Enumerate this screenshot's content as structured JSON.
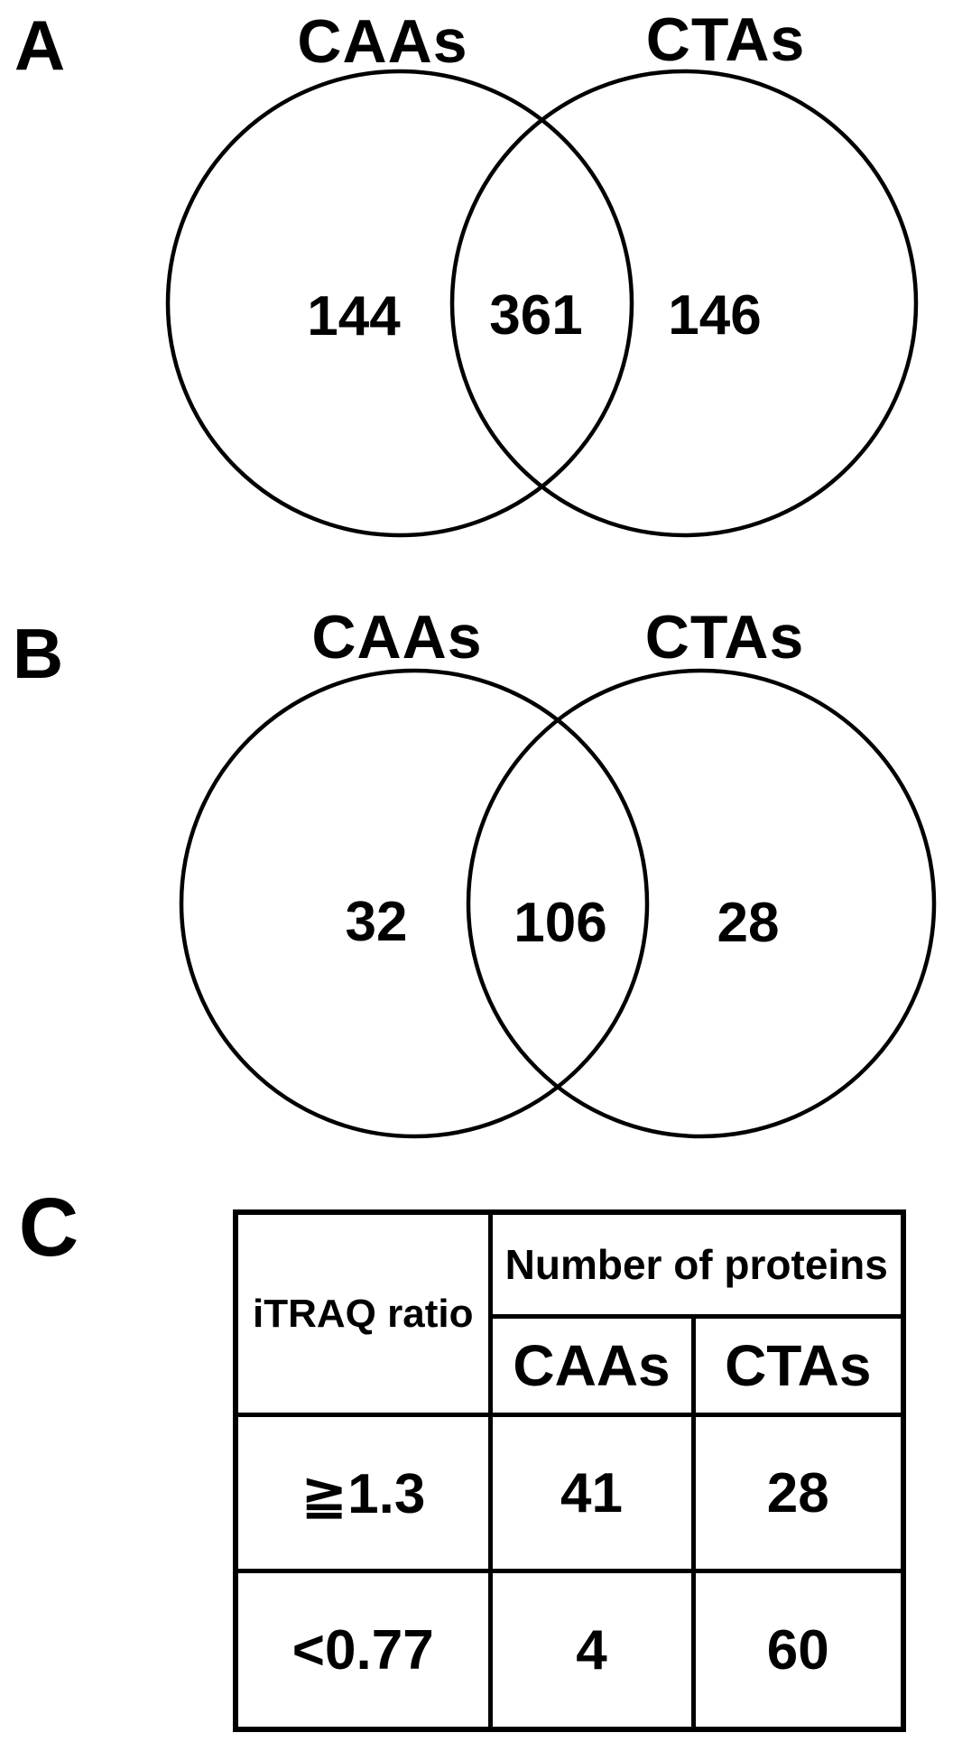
{
  "colors": {
    "ink": "#000000",
    "background": "#ffffff"
  },
  "panel_a": {
    "label": "A",
    "left_set_label": "CAAs",
    "right_set_label": "CTAs",
    "left_only_count": "144",
    "overlap_count": "361",
    "right_only_count": "146"
  },
  "panel_b": {
    "label": "B",
    "left_set_label": "CAAs",
    "right_set_label": "CTAs",
    "left_only_count": "32",
    "overlap_count": "106",
    "right_only_count": "28"
  },
  "panel_c": {
    "label": "C",
    "table": {
      "ratio_column_header": "iTRAQ ratio",
      "group_header": "Number of proteins",
      "sub_headers": [
        "CAAs",
        "CTAs"
      ],
      "rows": [
        {
          "ratio": "≧1.3",
          "caas": "41",
          "ctas": "28"
        },
        {
          "ratio": "<0.77",
          "caas": "4",
          "ctas": "60"
        }
      ]
    }
  },
  "chart_data": [
    {
      "type": "venn",
      "panel": "A",
      "sets": [
        "CAAs",
        "CTAs"
      ],
      "left_only": 144,
      "overlap": 361,
      "right_only": 146
    },
    {
      "type": "venn",
      "panel": "B",
      "sets": [
        "CAAs",
        "CTAs"
      ],
      "left_only": 32,
      "overlap": 106,
      "right_only": 28
    },
    {
      "type": "table",
      "panel": "C",
      "group_header": "Number of proteins",
      "columns": [
        "iTRAQ ratio",
        "CAAs",
        "CTAs"
      ],
      "rows": [
        [
          "≧1.3",
          41,
          28
        ],
        [
          "<0.77",
          4,
          60
        ]
      ]
    }
  ]
}
